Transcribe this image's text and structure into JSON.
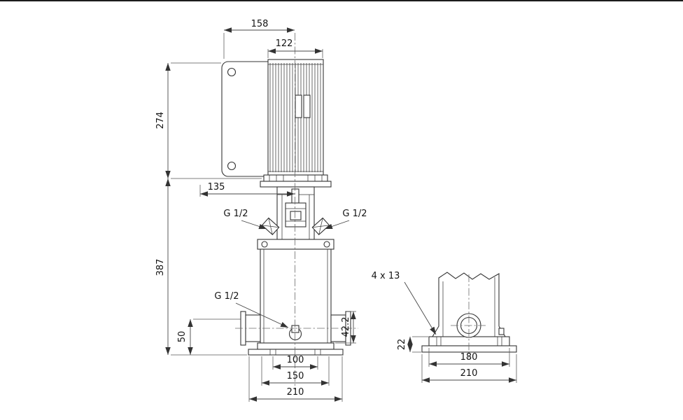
{
  "front_view": {
    "top_depth": "158",
    "motor_width": "122",
    "motor_height": "274",
    "head_depth": "135",
    "body_height": "387",
    "vent_port_left": "G 1/2",
    "vent_port_right": "G 1/2",
    "drain_port": "G 1/2",
    "port_height": "50",
    "port_offset": "42.2",
    "bolt_pitch": "100",
    "foot_width": "150",
    "base_width": "210"
  },
  "side_view": {
    "bolt_holes": "4 x 13",
    "base_height": "22",
    "base_inner_width": "180",
    "base_outer_width": "210"
  }
}
